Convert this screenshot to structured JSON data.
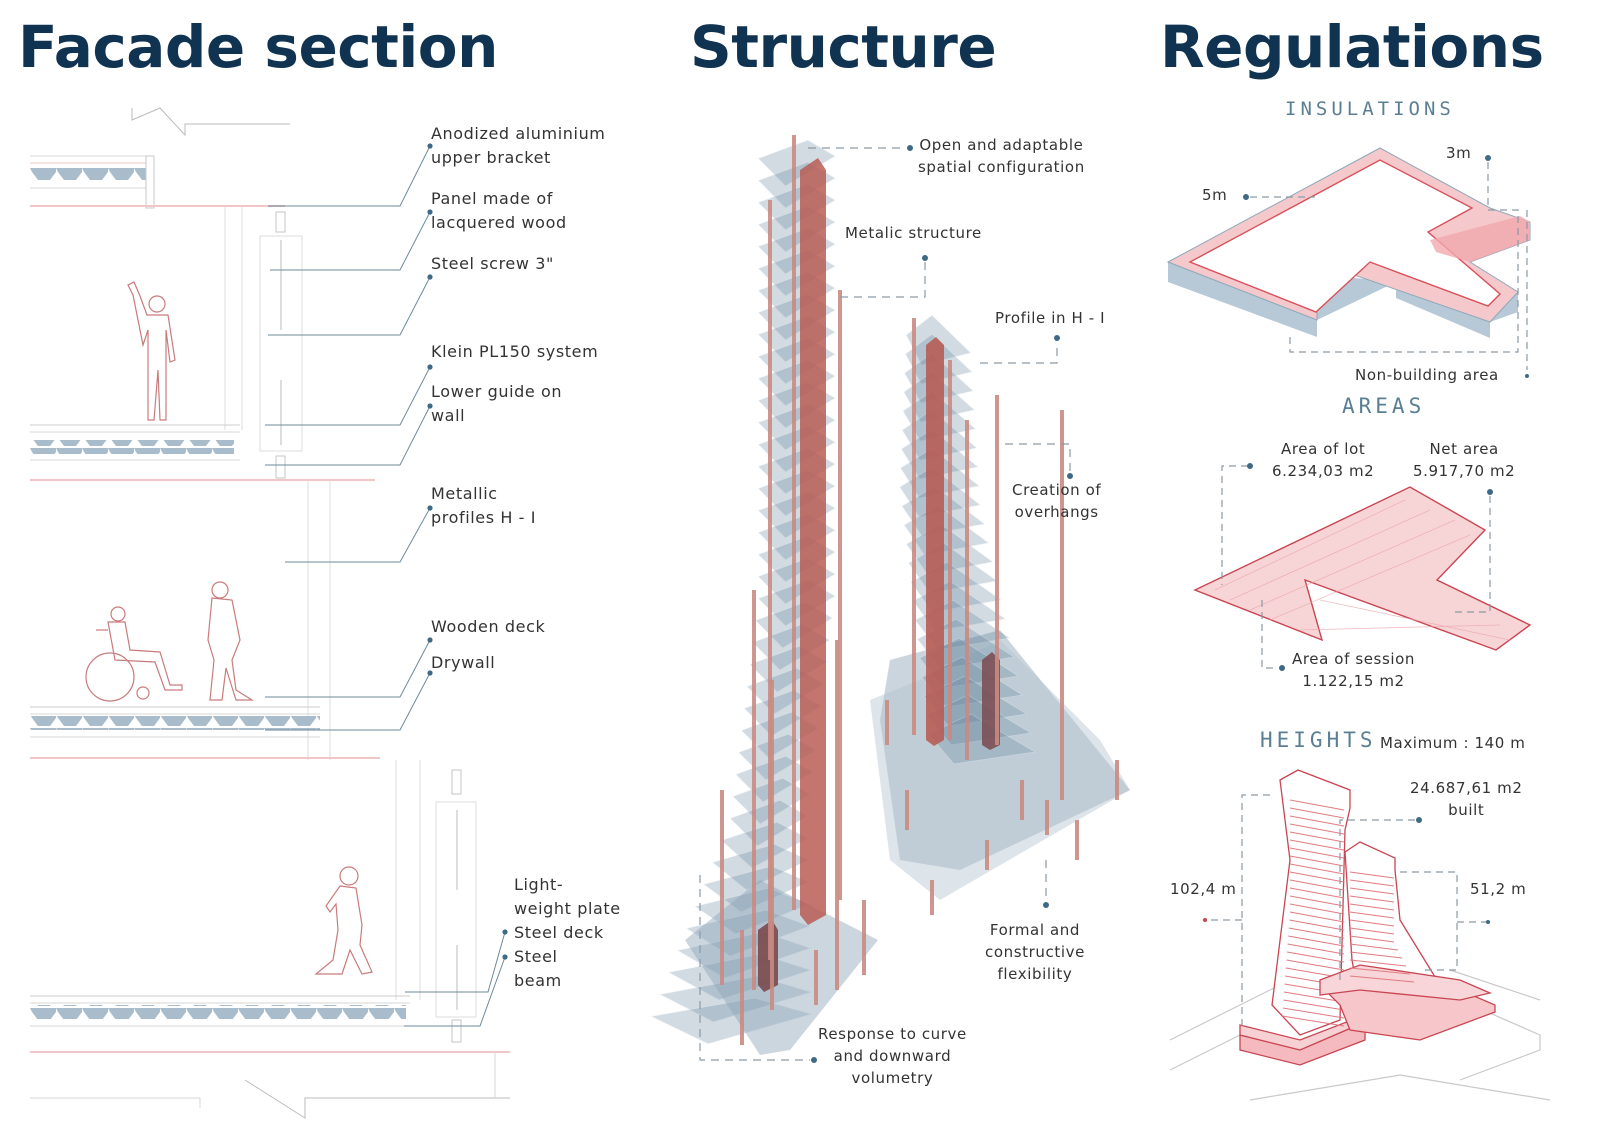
{
  "titles": {
    "facade": "Facade section",
    "structure": "Structure",
    "regulations": "Regulations"
  },
  "facade_labels": {
    "anodized_1": "Anodized aluminium",
    "anodized_2": "upper bracket",
    "panel_1": "Panel made of",
    "panel_2": "lacquered wood",
    "screw": "Steel screw 3\"",
    "klein": "Klein PL150 system",
    "lower_1": "Lower guide on",
    "lower_2": "wall",
    "metallic_1": "Metallic",
    "metallic_2": "profiles H - I",
    "wooden_deck": "Wooden deck",
    "drywall": "Drywall",
    "light_1": "Light-",
    "light_2": "weight plate",
    "steel_deck": "Steel deck",
    "steel_beam_1": "Steel",
    "steel_beam_2": "beam"
  },
  "structure_labels": {
    "open_1": "Open and adaptable",
    "open_2": "spatial configuration",
    "metalic": "Metalic structure",
    "profile": "Profile in H - I",
    "overhang_1": "Creation of",
    "overhang_2": "overhangs",
    "formal_1": "Formal and",
    "formal_2": "constructive",
    "formal_3": "flexibility",
    "response_1": "Response to curve",
    "response_2": "and downward",
    "response_3": "volumetry"
  },
  "regulations": {
    "insulations": {
      "heading": "INSULATIONS",
      "setback_front": "5m",
      "setback_side": "3m",
      "non_building": "Non-building area"
    },
    "areas": {
      "heading": "AREAS",
      "lot_label": "Area of lot",
      "lot_value": "6.234,03 m2",
      "net_label": "Net area",
      "net_value": "5.917,70 m2",
      "session_label": "Area of session",
      "session_value": "1.122,15 m2"
    },
    "heights": {
      "heading": "HEIGHTS",
      "maximum": "Maximum : 140 m",
      "built_value": "24.687,61 m2",
      "built_label": "built",
      "tower_a": "102,4 m",
      "tower_b": "51,2 m"
    }
  },
  "colors": {
    "title": "#0f3350",
    "accent_blue": "#3e6a86",
    "accent_red": "#c0504d",
    "subheading": "#5a7f94"
  }
}
